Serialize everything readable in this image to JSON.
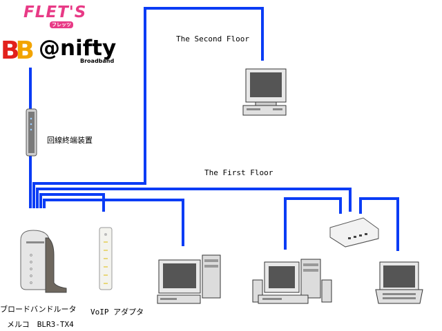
{
  "brand": {
    "flets": "FLET'S",
    "flets_sub": "フレッツ",
    "bb": "BB",
    "nifty": "@nifty",
    "nifty_sub": "Broadband"
  },
  "labels": {
    "second_floor": "The Second Floor",
    "first_floor": "The First Floor",
    "onu": "回線終端装置",
    "router_line1": "ブロードバンドルータ",
    "router_line2": "メルコ　BLR3-TX4",
    "voip": "VoIP アダプタ"
  },
  "colors": {
    "cable": "#0a3cf5",
    "device_body": "#d9d9d9",
    "screen": "#555555"
  }
}
